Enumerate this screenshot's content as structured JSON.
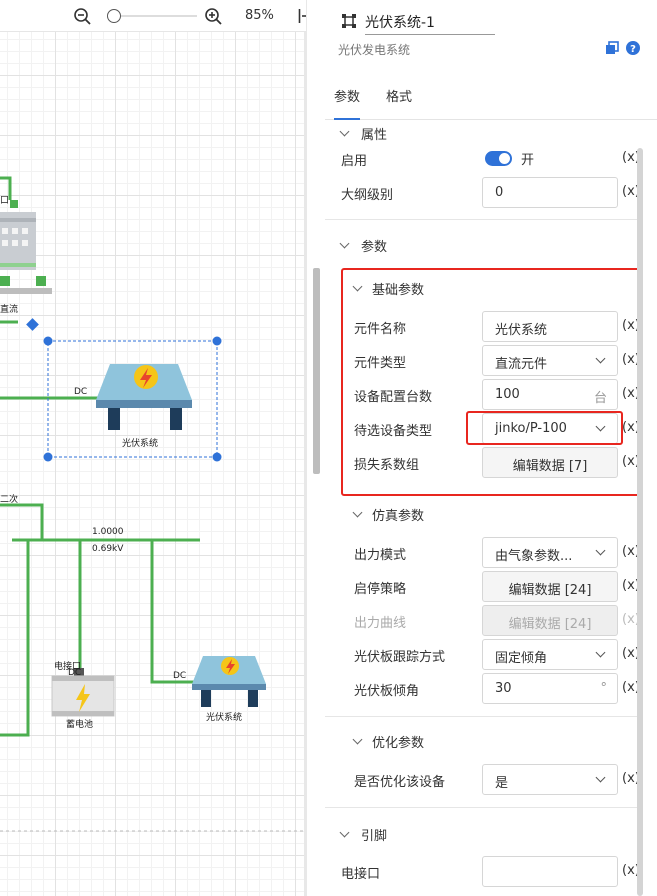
{
  "toolbar": {
    "zoom_out_icon": "zoom-out-icon",
    "zoom_in_icon": "zoom-in-icon",
    "zoom_level": "85%",
    "panel_toggle_icon": "collapse-right-icon"
  },
  "canvas": {
    "labels": {
      "port_top": "口",
      "dc_label_top": "直流",
      "dc_port_1": "DC",
      "pv_name_1": "光伏系统",
      "secondary": "二次",
      "bus_value": "1.0000",
      "bus_voltage": "0.69kV",
      "battery_port": "电接口",
      "battery_dc": "DC",
      "battery_name": "蓄电池",
      "dc_port_2": "DC",
      "pv_name_2": "光伏系统"
    }
  },
  "panel": {
    "component_name": "光伏系统-1",
    "component_type": "光伏发电系统",
    "tabs": [
      "参数",
      "格式"
    ],
    "active_tab": "参数",
    "sections": {
      "attributes": {
        "title": "属性",
        "enable_label": "启用",
        "enable_state": "开",
        "outline_label": "大纲级别",
        "outline_value": "0"
      },
      "params": {
        "title": "参数"
      },
      "basic": {
        "title": "基础参数",
        "name_label": "元件名称",
        "name_value": "光伏系统",
        "type_label": "元件类型",
        "type_value": "直流元件",
        "count_label": "设备配置台数",
        "count_value": "100",
        "count_unit": "台",
        "candidate_label": "待选设备类型",
        "candidate_value": "jinko/P-100",
        "loss_label": "损失系数组",
        "loss_button": "编辑数据 [7]"
      },
      "simulation": {
        "title": "仿真参数",
        "output_mode_label": "出力模式",
        "output_mode_value": "由气象参数...",
        "startstop_label": "启停策略",
        "startstop_button": "编辑数据 [24]",
        "curve_label": "出力曲线",
        "curve_button": "编辑数据 [24]",
        "tracking_label": "光伏板跟踪方式",
        "tracking_value": "固定倾角",
        "tilt_label": "光伏板倾角",
        "tilt_value": "30",
        "tilt_unit": "°"
      },
      "optimization": {
        "title": "优化参数",
        "optimize_label": "是否优化该设备",
        "optimize_value": "是"
      },
      "pins": {
        "title": "引脚",
        "port_label": "电接口",
        "port_value": ""
      }
    },
    "fx": "(x)"
  },
  "colors": {
    "accent": "#2f72d8",
    "wire": "#4caf50",
    "highlight": "#e8261f",
    "selection": "#2f72d8"
  }
}
